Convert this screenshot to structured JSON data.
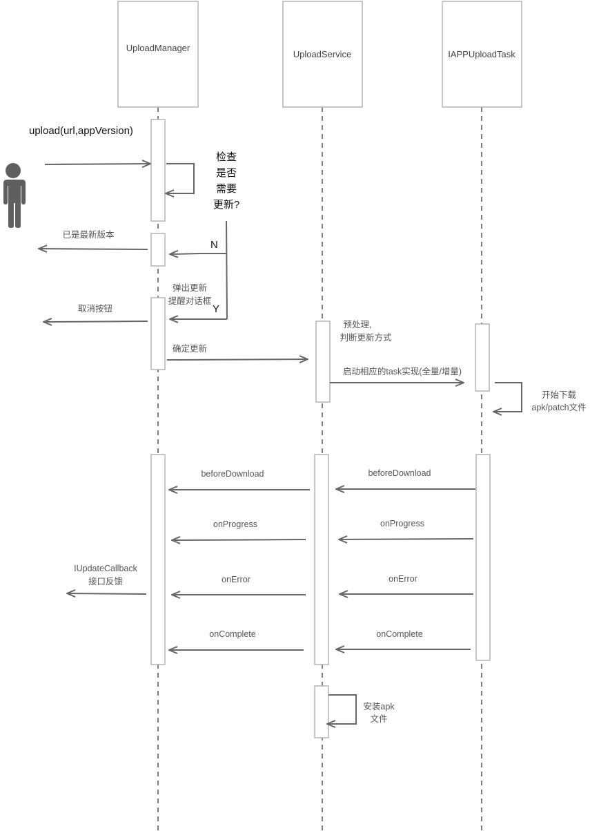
{
  "participants": [
    "UploadManager",
    "UploadService",
    "IAPPUploadTask"
  ],
  "actor_icon": "person-icon",
  "messages": {
    "upload_call": "upload(url,appVersion)",
    "check_update": [
      "检查",
      "是否",
      "需要",
      "更新?"
    ],
    "branch_no": "N",
    "branch_yes": "Y",
    "already_latest": "已是最新版本",
    "show_dialog": [
      "弹出更新",
      "提醒对话框"
    ],
    "cancel_button": "取消按钮",
    "confirm_update": "确定更新",
    "preprocess": [
      "预处理,",
      "判断更新方式"
    ],
    "start_task": "启动相应的task实现(全量/增量)",
    "start_download": [
      "开始下载",
      "apk/patch文件"
    ],
    "service_to_manager": [
      "beforeDownload",
      "onProgress",
      "onError",
      "onComplete"
    ],
    "task_to_service": [
      "beforeDownload",
      "onProgress",
      "onError",
      "onComplete"
    ],
    "callback_feedback": [
      "IUpdateCallback",
      "接口反馈"
    ],
    "install_apk": [
      "安装apk",
      "文件"
    ]
  }
}
